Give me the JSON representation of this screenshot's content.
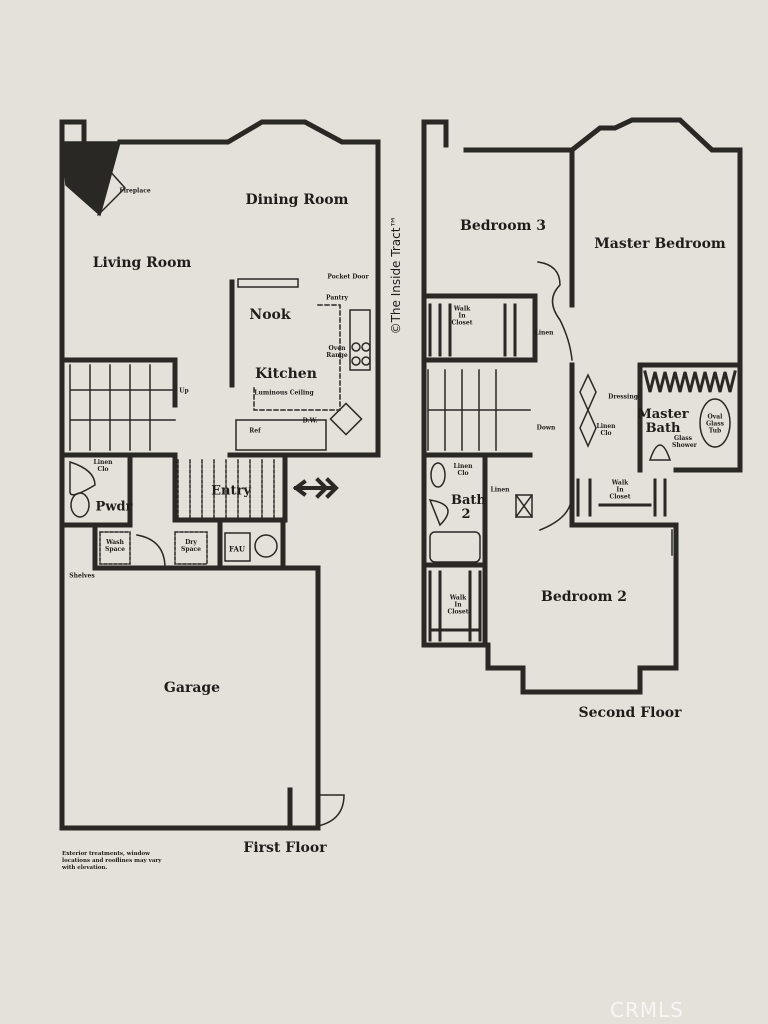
{
  "first_floor": {
    "title": "First Floor",
    "rooms": {
      "fireplace": "Fireplace",
      "dining_room": "Dining Room",
      "living_room": "Living Room",
      "nook": "Nook",
      "pocket_door": "Pocket Door",
      "pantry": "Pantry",
      "oven_range": "Oven Range",
      "kitchen": "Kitchen",
      "luminous_ceiling": "Luminous Ceiling",
      "up": "Up",
      "ref": "Ref",
      "dw": "D.W.",
      "entry": "Entry",
      "pwdr": "Pwdr",
      "linen_clo": "Linen Clo",
      "wash_space": "Wash Space",
      "dry_space": "Dry Space",
      "fau": "FAU",
      "shelves": "Shelves",
      "garage": "Garage"
    },
    "footnote": "Exterior treatments, window locations and rooflines may vary with elevation."
  },
  "second_floor": {
    "title": "Second Floor",
    "rooms": {
      "bedroom_3": "Bedroom 3",
      "master_bedroom": "Master Bedroom",
      "walk_in_closet_1": "Walk In Closet",
      "linen_1": "Linen",
      "dressing": "Dressing",
      "linen_clo_master": "Linen Clo",
      "master_bath": "Master Bath",
      "oval_tub": "Oval Glass Tub",
      "shower": "Glass Shower",
      "down": "Down",
      "linen_clo_bath2": "Linen Clo",
      "linen_2": "Linen",
      "bath_2": "Bath 2",
      "walk_in_closet_2": "Walk In Closet",
      "walk_in_closet_3": "Walk In Closet",
      "bedroom_2": "Bedroom 2"
    }
  },
  "watermark": "©The Inside Tract™",
  "logo": "CRMLS",
  "colors": {
    "paper": "#e4e0da",
    "ink": "#2a2824"
  }
}
